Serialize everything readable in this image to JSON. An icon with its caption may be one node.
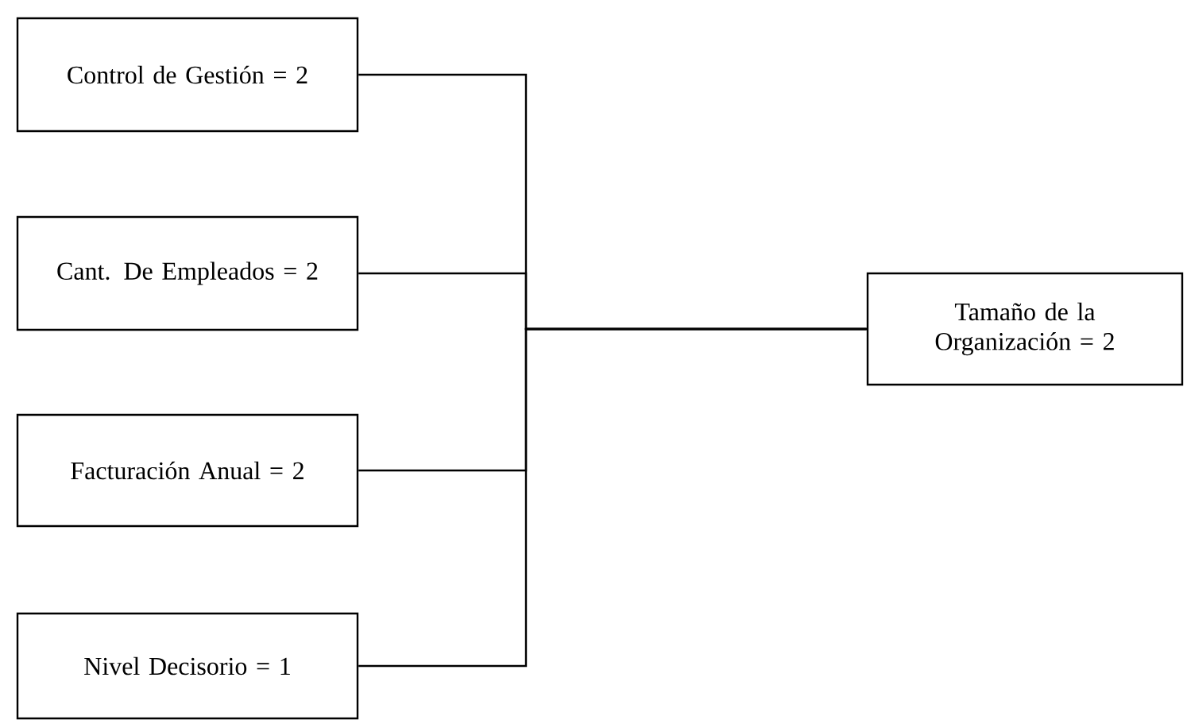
{
  "diagram": {
    "nodes": [
      {
        "text": [
          "Control de Gestión = 2"
        ]
      },
      {
        "text": [
          "Cant. De Empleados = 2"
        ]
      },
      {
        "text": [
          "Facturación Anual = 2"
        ]
      },
      {
        "text": [
          "Nivel Decisorio = 1"
        ]
      },
      {
        "text": [
          "Tamaño de la Organización = 2"
        ]
      }
    ],
    "edges": [
      {
        "from": 0,
        "to": 4,
        "arrow": "none"
      },
      {
        "from": 1,
        "to": 4,
        "arrow": "none"
      },
      {
        "from": 2,
        "to": 4,
        "arrow": "none"
      },
      {
        "from": 3,
        "to": 4,
        "arrow": "none"
      }
    ]
  }
}
